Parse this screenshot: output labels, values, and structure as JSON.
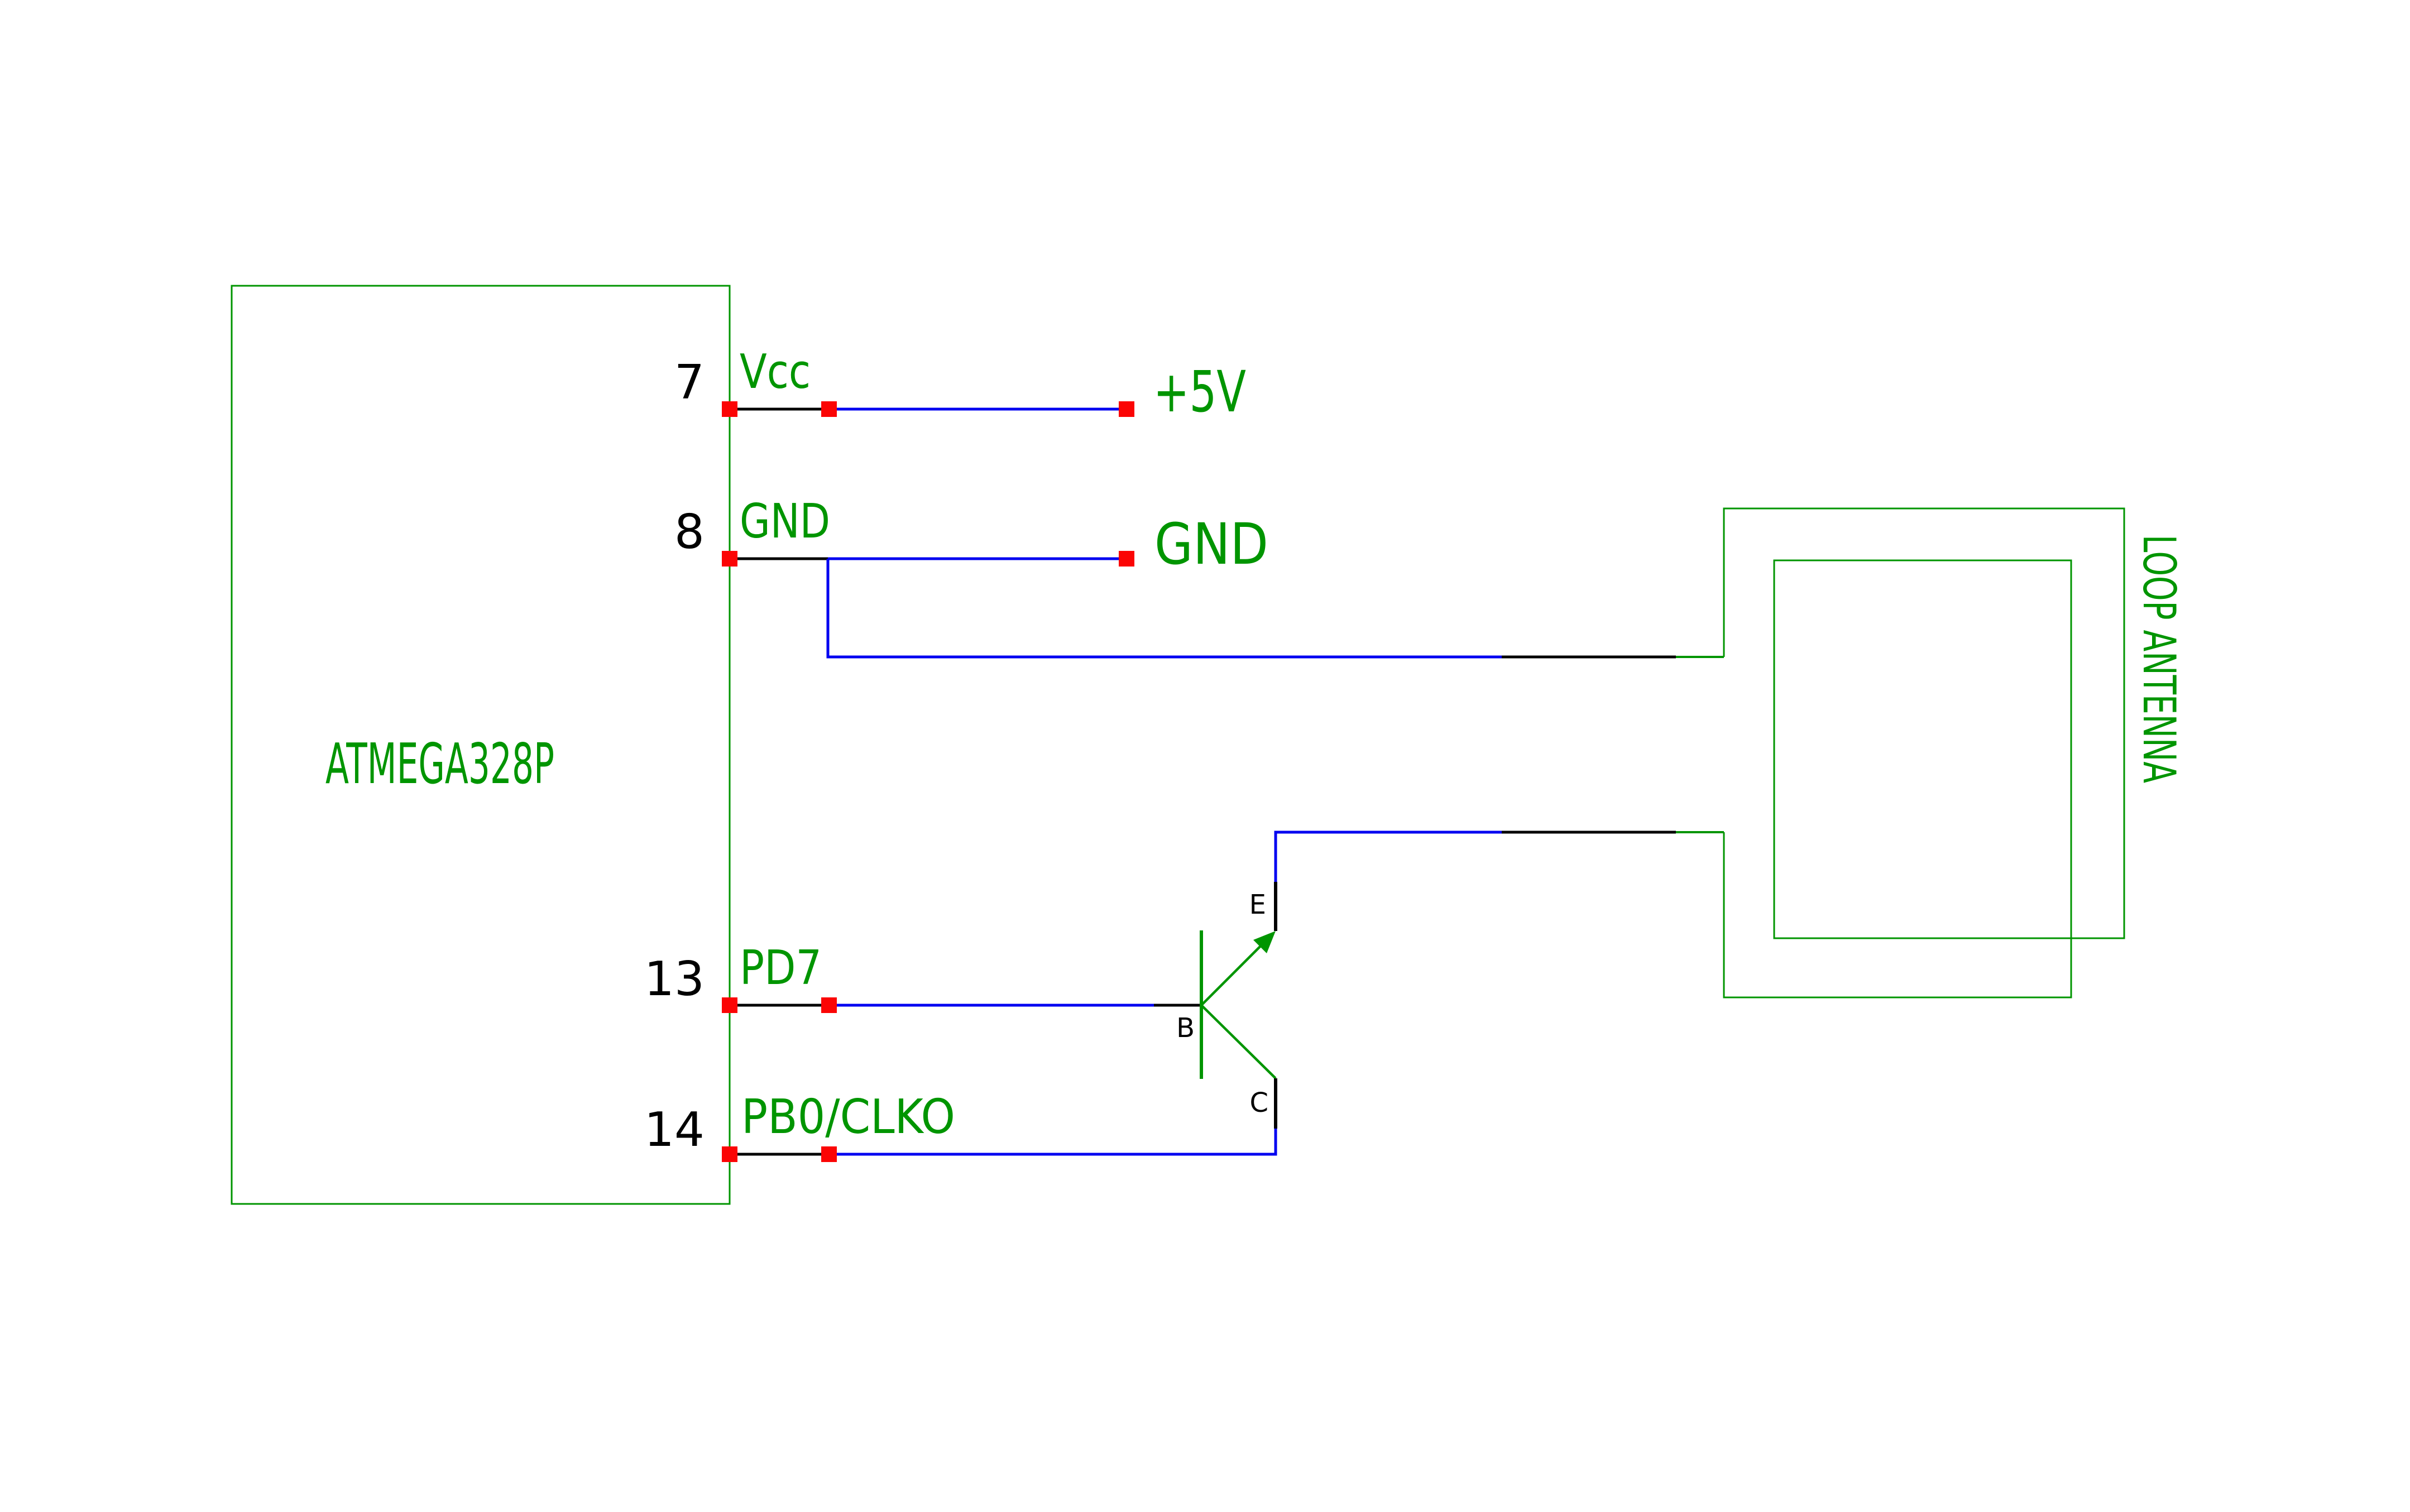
{
  "schematic": {
    "mcu": {
      "label": "ATMEGA328P",
      "pins": [
        {
          "number": "7",
          "name": "Vcc"
        },
        {
          "number": "8",
          "name": "GND"
        },
        {
          "number": "13",
          "name": "PD7"
        },
        {
          "number": "14",
          "name": "PB0/CLKO"
        }
      ]
    },
    "terminals": {
      "vcc": "+5V",
      "gnd": "GND"
    },
    "transistor": {
      "emitter": "E",
      "base": "B",
      "collector": "C"
    },
    "antenna": {
      "label": "LOOP ANTENNA"
    },
    "colors": {
      "symbol_green": "#009500",
      "wire_blue": "#0000f0",
      "junction_red": "#fb0505",
      "lead_black": "#000000",
      "background": "#ffffff"
    }
  }
}
